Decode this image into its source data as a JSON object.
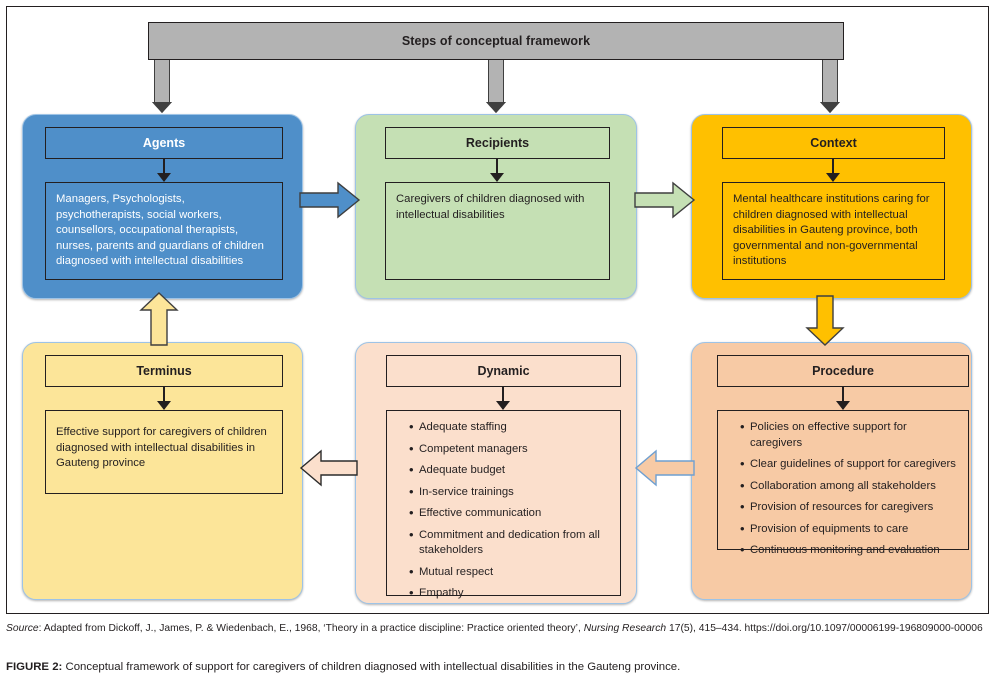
{
  "figure": {
    "banner_label": "Steps of conceptual framework",
    "caption_prefix": "FIGURE 2:",
    "caption_text": " Conceptual framework of support for caregivers of children diagnosed with intellectual disabilities in the Gauteng province.",
    "source_label": "Source",
    "source_text": ": Adapted from Dickoff, J., James, P. & Wiedenbach, E., 1968, ‘Theory in a practice discipline: Practice oriented theory’, ",
    "source_journal": "Nursing Research",
    "source_tail": " 17(5), 415–434. https://doi.org/10.1097/00006199-196809000-00006"
  },
  "colors": {
    "banner_grey": "#b3b3b3",
    "agents_blue": "#4f8fc9",
    "recipients_green": "#c5e0b4",
    "context_orange": "#ffc000",
    "terminus_yellow": "#fce599",
    "dynamic_peach": "#fbdfcc",
    "procedure_peach": "#f7caa5",
    "card_border": "#9dc3e6",
    "text_dark": "#231f20",
    "text_light": "#ffffff"
  },
  "cards": {
    "agents": {
      "title": "Agents",
      "body": "Managers, Psychologists, psychotherapists, social workers, counsellors, occupational therapists, nurses, parents and guardians of children diagnosed with intellectual disabilities"
    },
    "recipients": {
      "title": "Recipients",
      "body": "Caregivers of children diagnosed with intellectual disabilities"
    },
    "context": {
      "title": "Context",
      "body": "Mental healthcare institutions caring for children diagnosed with intellectual disabilities in Gauteng province, both governmental and non-governmental institutions"
    },
    "terminus": {
      "title": "Terminus",
      "body": "Effective support for caregivers of children diagnosed with intellectual disabilities in Gauteng province"
    },
    "dynamic": {
      "title": "Dynamic",
      "items": [
        "Adequate staffing",
        "Competent managers",
        "Adequate budget",
        "In-service trainings",
        "Effective communication",
        "Commitment and dedication from all stakeholders",
        "Mutual respect",
        "Empathy"
      ]
    },
    "procedure": {
      "title": "Procedure",
      "items": [
        "Policies on effective support for caregivers",
        "Clear guidelines of support for caregivers",
        "Collaboration among all stakeholders",
        "Provision of resources for caregivers",
        "Provision of equipments to care",
        "Continuous monitoring and evaluation"
      ]
    }
  },
  "connectors": [
    {
      "name": "banner-to-agents",
      "direction": "down",
      "color": "#b3b3b3"
    },
    {
      "name": "banner-to-recipients",
      "direction": "down",
      "color": "#b3b3b3"
    },
    {
      "name": "banner-to-context",
      "direction": "down",
      "color": "#b3b3b3"
    },
    {
      "name": "agents-to-recipients",
      "direction": "right",
      "color": "#4f8fc9"
    },
    {
      "name": "recipients-to-context",
      "direction": "right",
      "color": "#c5e0b4"
    },
    {
      "name": "context-to-procedure",
      "direction": "down",
      "color": "#ffc000"
    },
    {
      "name": "procedure-to-dynamic",
      "direction": "left",
      "color": "#f7caa5"
    },
    {
      "name": "dynamic-to-terminus",
      "direction": "left",
      "color": "#fbdfcc"
    },
    {
      "name": "terminus-to-agents",
      "direction": "up",
      "color": "#fce599"
    }
  ]
}
